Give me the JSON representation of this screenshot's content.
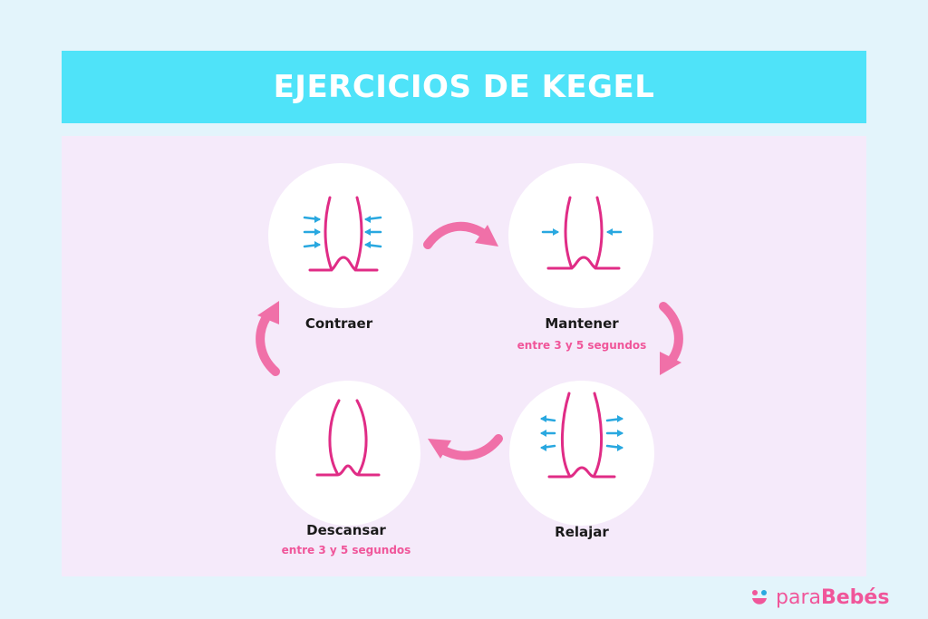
{
  "title": "EJERCICIOS DE KEGEL",
  "steps": [
    {
      "label": "Contraer",
      "sub": ""
    },
    {
      "label": "Mantener",
      "sub": "entre 3 y 5 segundos"
    },
    {
      "label": "Relajar",
      "sub": ""
    },
    {
      "label": "Descansar",
      "sub": "entre 3 y 5 segundos"
    }
  ],
  "brand": {
    "part1": "para",
    "part2": "Bebés"
  },
  "colors": {
    "banner": "#4fe3f9",
    "accent": "#f0569a",
    "arrow_blue": "#29a8e0",
    "panel": "#f5eafa",
    "background": "#e3f4fb"
  },
  "icons": [
    "pink-cycle-arrow-icon",
    "blue-arrow-icon",
    "smiley-logo-icon"
  ]
}
